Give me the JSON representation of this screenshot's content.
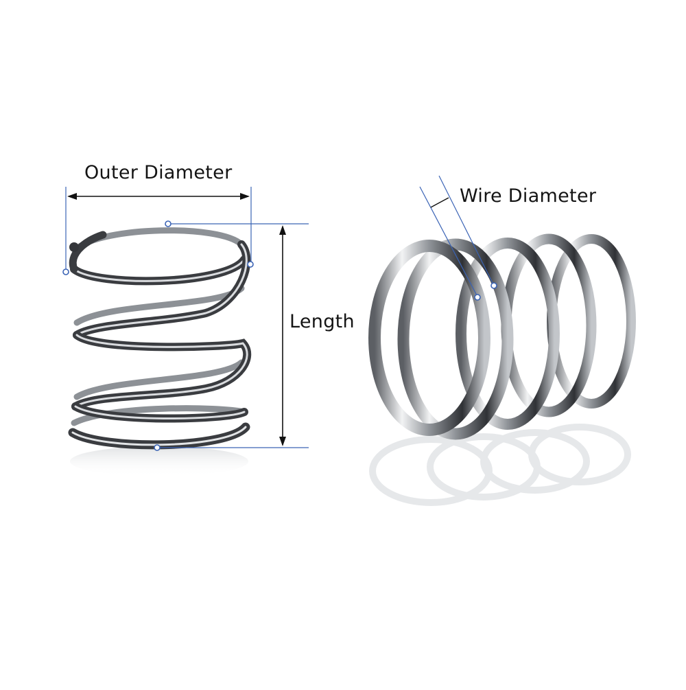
{
  "labels": {
    "outer_diameter": "Outer Diameter",
    "length": "Length",
    "wire_diameter": "Wire Diameter"
  },
  "colors": {
    "dimension_line": "#3a63b5",
    "arrow": "#111111",
    "steel_dark": "#3d3f44",
    "steel_mid": "#8c9096",
    "steel_light": "#e9ebee",
    "background": "#ffffff"
  },
  "icons": {
    "marker": "circle-marker",
    "arrow": "double-arrow"
  }
}
